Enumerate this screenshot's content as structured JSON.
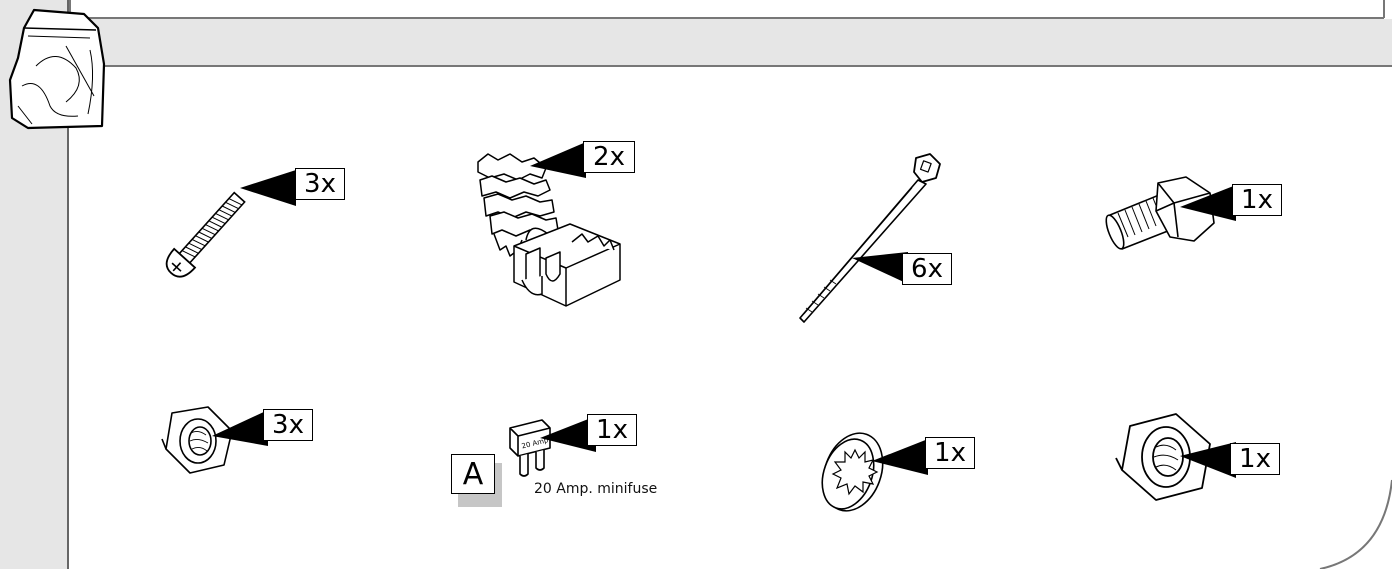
{
  "header": {
    "bag_icon": "parts-bag-icon"
  },
  "parts": [
    {
      "icon": "pan-head-screw-icon",
      "quantity": "3x"
    },
    {
      "icon": "cable-clip-icon",
      "quantity": "2x"
    },
    {
      "icon": "cable-tie-icon",
      "quantity": "6x"
    },
    {
      "icon": "hex-bolt-icon",
      "quantity": "1x"
    },
    {
      "icon": "small-hex-nut-icon",
      "quantity": "3x"
    },
    {
      "icon": "minifuse-icon",
      "quantity": "1x",
      "marker": "A",
      "caption": "20 Amp. minifuse",
      "fuse_text": "20 Amp"
    },
    {
      "icon": "serrated-washer-icon",
      "quantity": "1x"
    },
    {
      "icon": "large-hex-nut-icon",
      "quantity": "1x"
    }
  ]
}
